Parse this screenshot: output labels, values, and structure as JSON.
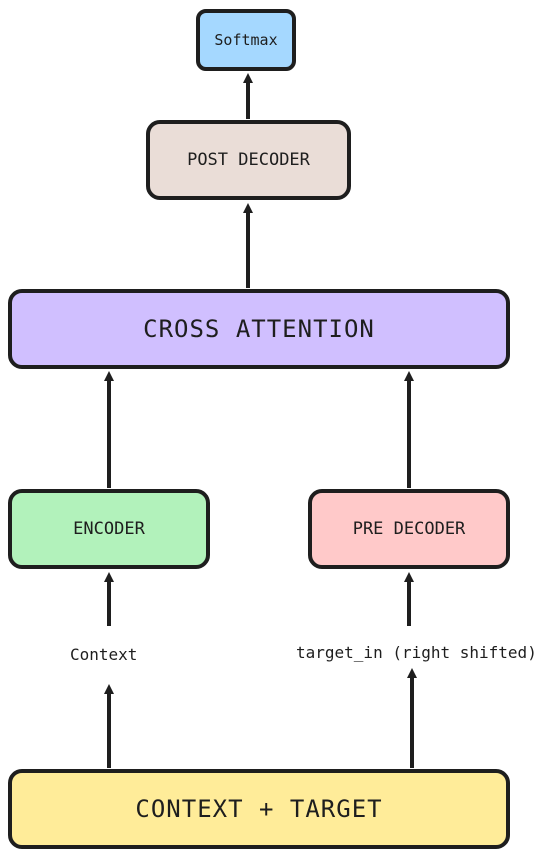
{
  "nodes": {
    "softmax": "Softmax",
    "post_decoder": "POST DECODER",
    "cross_attention": "CROSS ATTENTION",
    "encoder": "ENCODER",
    "pre_decoder": "PRE DECODER",
    "context_target": "CONTEXT + TARGET"
  },
  "labels": {
    "context": "Context",
    "target_in": "target_in (right shifted)"
  },
  "colors": {
    "stroke": "#1e1e1e",
    "softmax": "#a5d8ff",
    "post_decoder": "#eaddd7",
    "cross_attention": "#d0bfff",
    "encoder": "#b2f2bb",
    "pre_decoder": "#ffc9c9",
    "context_target": "#ffec99"
  },
  "icons": [
    "arrow-up-icon"
  ]
}
